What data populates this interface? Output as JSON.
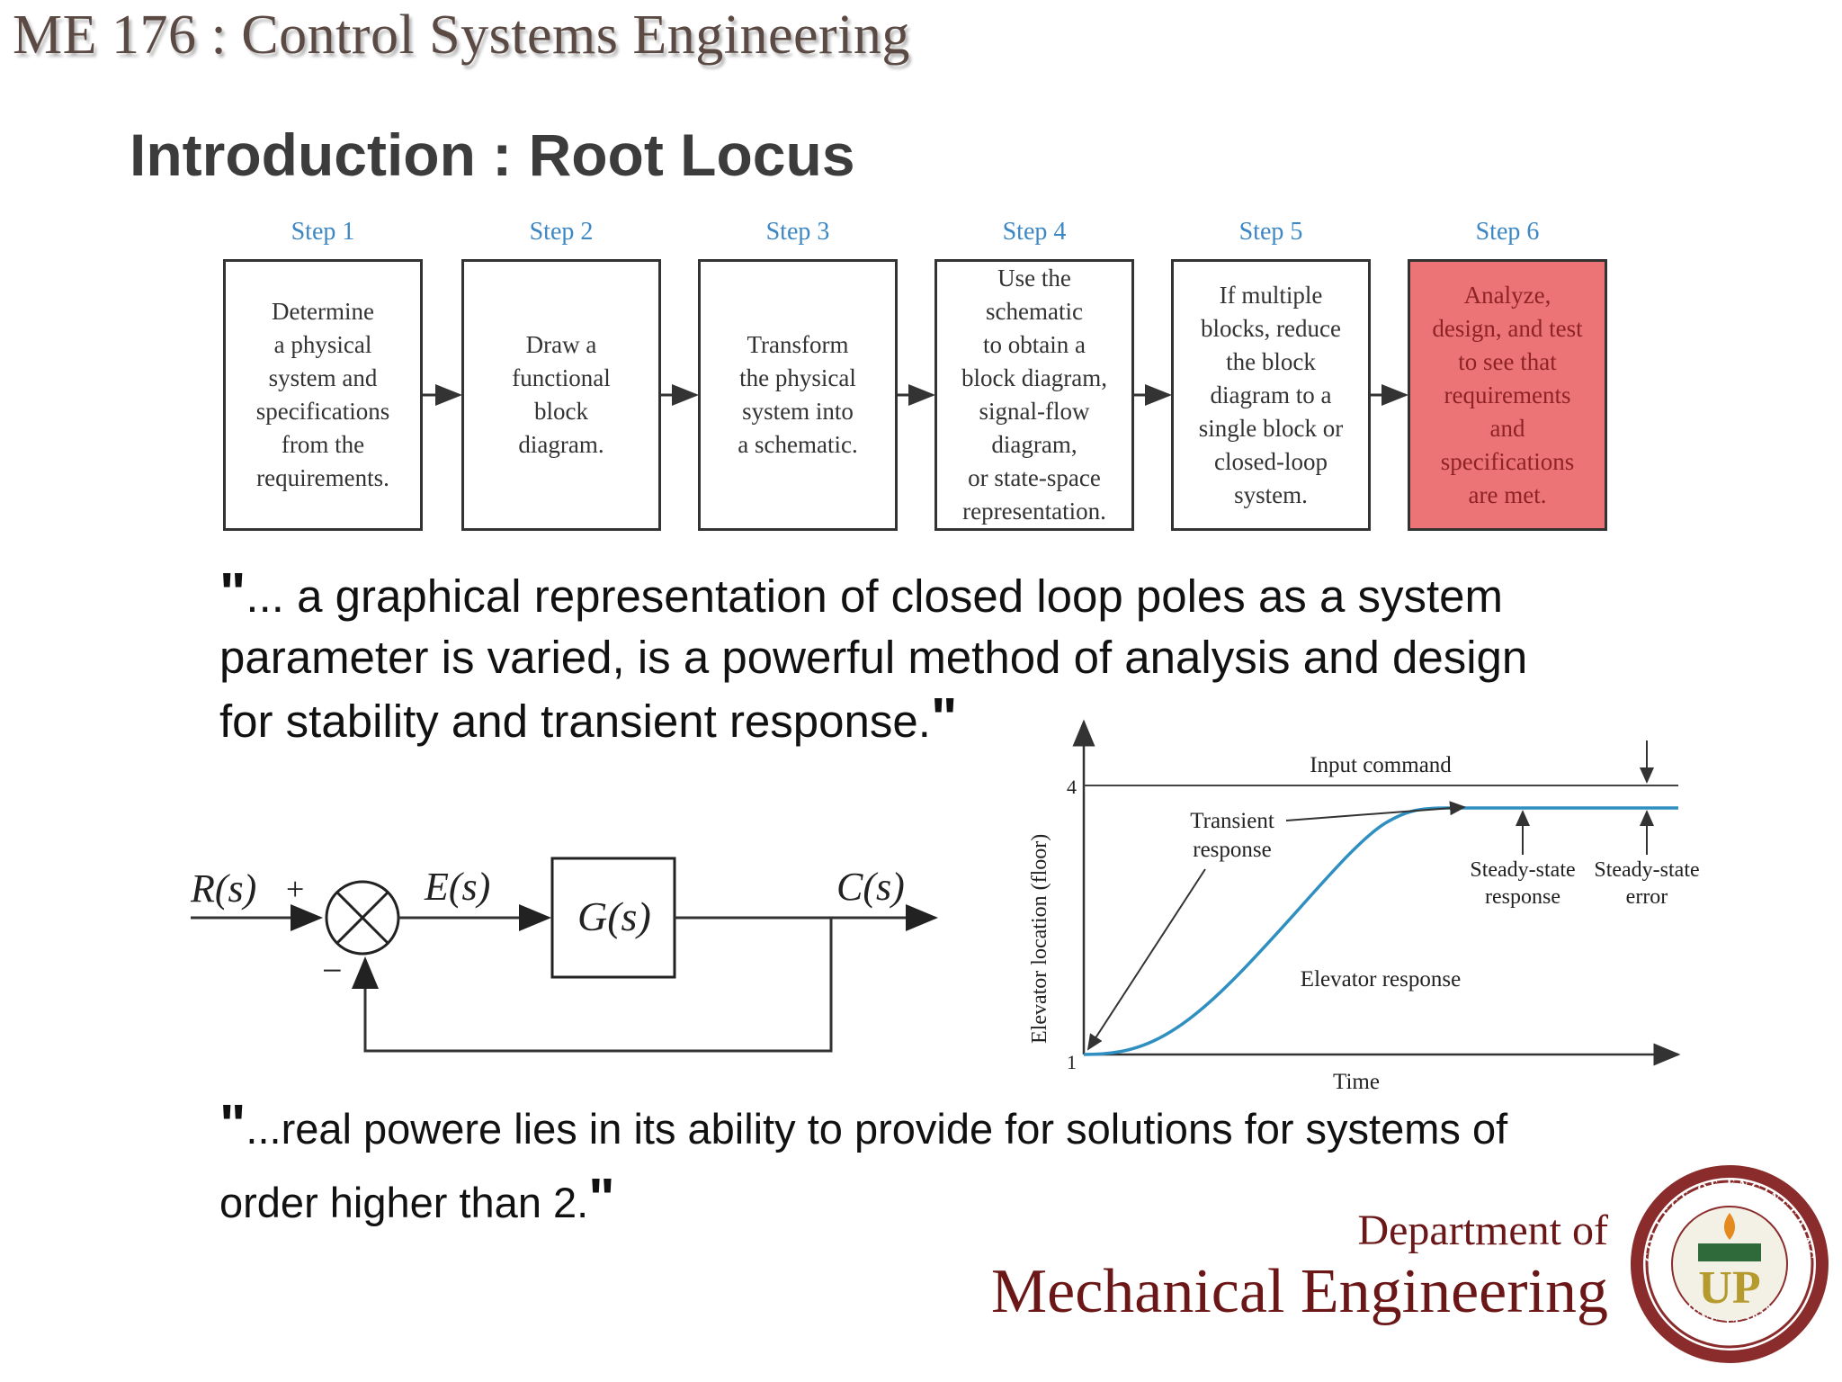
{
  "header": {
    "course_title": "ME 176 :  Control Systems Engineering"
  },
  "slide": {
    "title": "Introduction :  Root Locus"
  },
  "steps": [
    {
      "label": "Step 1",
      "text": "Determine\na physical\nsystem and\nspecifications\nfrom the\nrequirements."
    },
    {
      "label": "Step 2",
      "text": "Draw a\nfunctional\nblock\ndiagram."
    },
    {
      "label": "Step 3",
      "text": "Transform\nthe physical\nsystem into\na schematic."
    },
    {
      "label": "Step 4",
      "text": "Use the\nschematic\nto obtain a\nblock diagram,\nsignal-flow\ndiagram,\nor state-space\nrepresentation."
    },
    {
      "label": "Step 5",
      "text": "If multiple\nblocks, reduce\nthe block\ndiagram to a\nsingle block or\nclosed-loop\nsystem."
    },
    {
      "label": "Step 6",
      "text": "Analyze,\ndesign, and test\nto see that\nrequirements\nand\nspecifications\nare met.",
      "highlight": true
    }
  ],
  "quote1": {
    "open": "\"",
    "line1": "... a graphical representation of closed loop poles as a system",
    "line2": "parameter is varied, is a powerful method of analysis and design",
    "line3": "for stability and transient response.",
    "close": "\""
  },
  "block_diagram": {
    "input": "R(s)",
    "plus": "+",
    "minus": "−",
    "error": "E(s)",
    "plant": "G(s)",
    "output": "C(s)"
  },
  "response_plot": {
    "ylabel": "Elevator location (floor)",
    "xlabel": "Time",
    "y_top_tick": "4",
    "y_bottom_tick": "1",
    "input_label": "Input command",
    "transient_label_1": "Transient",
    "transient_label_2": "response",
    "ss_response_1": "Steady-state",
    "ss_response_2": "response",
    "ss_error_1": "Steady-state",
    "ss_error_2": "error",
    "curve_label": "Elevator response",
    "curve_color": "#2e8fc0"
  },
  "quote2": {
    "open": "\"",
    "line1": "...real powere lies in its ability to provide for solutions for systems of",
    "line2": "order higher than 2.",
    "close": "\""
  },
  "footer": {
    "dept_line1": "Department of",
    "dept_line2": "Mechanical Engineering",
    "logo_text_top": "COLLEGE OF ENGINEERING",
    "logo_text_bottom": "JUNE 13,1910",
    "logo_monogram": "UP"
  }
}
